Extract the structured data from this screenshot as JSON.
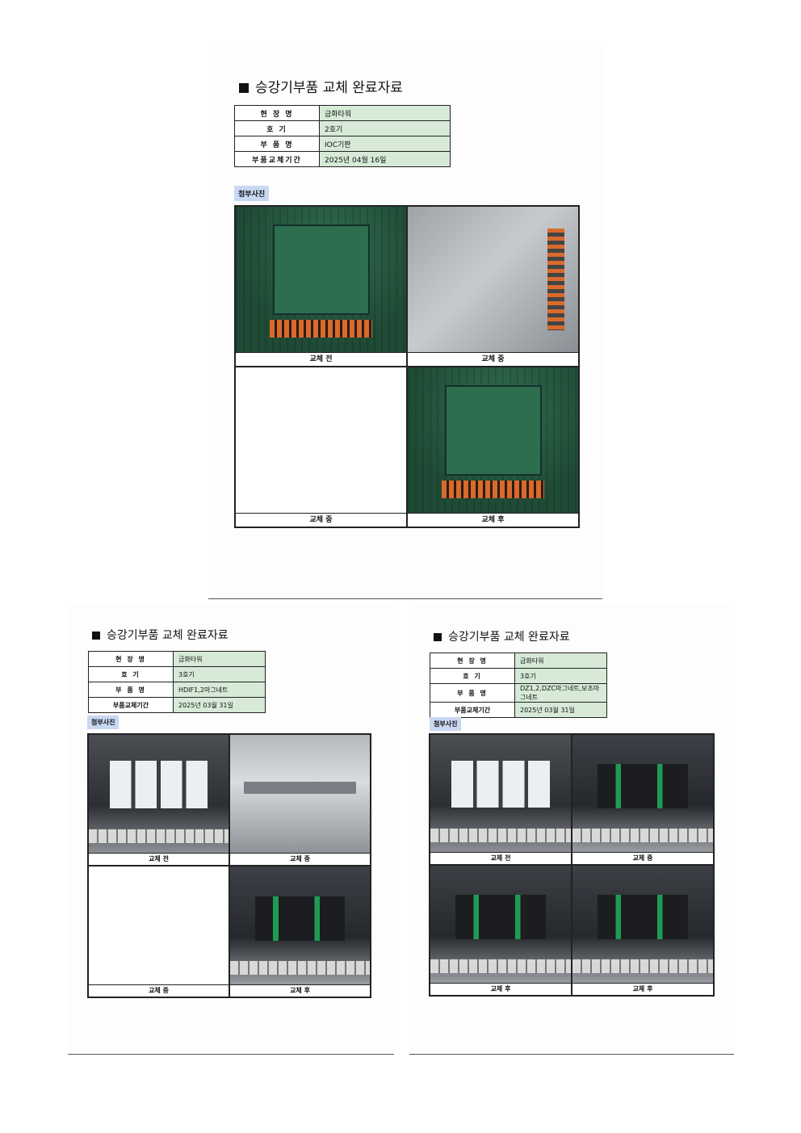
{
  "pages": [
    {
      "title": "승강기부품 교체 완료자료",
      "info": [
        {
          "label": "현 장 명",
          "value": "금화타워"
        },
        {
          "label": "호    기",
          "value": "2호기"
        },
        {
          "label": "부 품 명",
          "value": "IOC기판"
        },
        {
          "label": "부품교체기간",
          "value": "2025년 04월 16일"
        }
      ],
      "tag": "첨부사진",
      "photos": [
        {
          "caption": "교체 전",
          "kind": "board"
        },
        {
          "caption": "교체 중",
          "kind": "panel"
        },
        {
          "caption": "교체 중",
          "kind": "blank"
        },
        {
          "caption": "교체 후",
          "kind": "board"
        }
      ]
    },
    {
      "title": "승강기부품 교체 완료자료",
      "info": [
        {
          "label": "현 장 명",
          "value": "금화타워"
        },
        {
          "label": "호    기",
          "value": "3호기"
        },
        {
          "label": "부 품 명",
          "value": "HDIF1,2마그네트"
        },
        {
          "label": "부품교체기간",
          "value": "2025년 03월 31일"
        }
      ],
      "tag": "첨부사진",
      "photos": [
        {
          "caption": "교체 전",
          "kind": "contactor"
        },
        {
          "caption": "교체 중",
          "kind": "rail"
        },
        {
          "caption": "교체 중",
          "kind": "blank"
        },
        {
          "caption": "교체 후",
          "kind": "contactor-g"
        }
      ]
    },
    {
      "title": "승강기부품 교체 완료자료",
      "info": [
        {
          "label": "현 장 명",
          "value": "금화타워"
        },
        {
          "label": "호    기",
          "value": "3호기"
        },
        {
          "label": "부 품 명",
          "value": "DZ1,2,DZC마그네트,보조마그네트"
        },
        {
          "label": "부품교체기간",
          "value": "2025년 03월 31일"
        }
      ],
      "tag": "첨부사진",
      "photos": [
        {
          "caption": "교체 전",
          "kind": "contactor"
        },
        {
          "caption": "교체 중",
          "kind": "contactor-g"
        },
        {
          "caption": "교체 후",
          "kind": "contactor-g"
        },
        {
          "caption": "교체 후",
          "kind": "contactor-g"
        }
      ]
    }
  ]
}
